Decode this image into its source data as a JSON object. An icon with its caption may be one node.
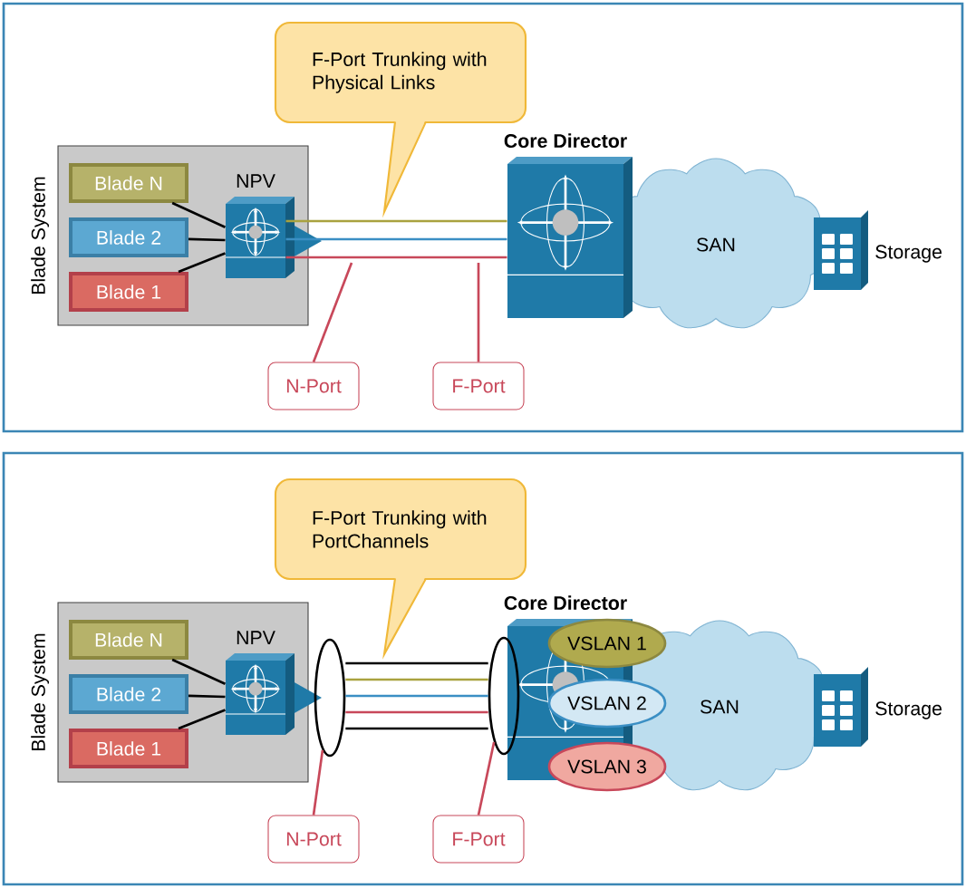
{
  "diagram": {
    "nodes": [
      {
        "text": [
          "Blade System"
        ]
      },
      {
        "text": [
          "Blade N"
        ],
        "in": 0
      },
      {
        "text": [
          "Blade 2"
        ],
        "in": 0
      },
      {
        "text": [
          "Blade 1"
        ],
        "in": 0
      },
      {
        "text": [
          "NPV"
        ],
        "in": 0
      },
      {
        "text": [
          "F-Port Trunking with Physical Links"
        ]
      },
      {
        "text": [
          "Core Director"
        ]
      },
      {
        "text": [
          "SAN"
        ]
      },
      {
        "text": [
          "Storage"
        ]
      },
      {
        "text": [
          "N-Port"
        ]
      },
      {
        "text": [
          "F-Port"
        ]
      },
      {
        "text": [
          "Blade System"
        ]
      },
      {
        "text": [
          "Blade N"
        ],
        "in": 11
      },
      {
        "text": [
          "Blade 2"
        ],
        "in": 11
      },
      {
        "text": [
          "Blade 1"
        ],
        "in": 11
      },
      {
        "text": [
          "NPV"
        ],
        "in": 11
      },
      {
        "text": [
          "F-Port Trunking with PortChannels"
        ]
      },
      {
        "text": [],
        "shape": "ellipse"
      },
      {
        "text": [],
        "shape": "ellipse"
      },
      {
        "text": [
          "Core Director"
        ]
      },
      {
        "text": [
          "VSLAN 1"
        ]
      },
      {
        "text": [
          "VSLAN 2"
        ]
      },
      {
        "text": [
          "VSLAN 3"
        ]
      },
      {
        "text": [
          "SAN"
        ]
      },
      {
        "text": [
          "Storage"
        ]
      },
      {
        "text": [
          "N-Port"
        ]
      },
      {
        "text": [
          "F-Port"
        ]
      }
    ],
    "edges": [
      {
        "from": 1,
        "to": 4,
        "arrow": "none"
      },
      {
        "from": 2,
        "to": 4,
        "arrow": "none"
      },
      {
        "from": 3,
        "to": 4,
        "arrow": "none"
      },
      {
        "from": 4,
        "to": 6,
        "arrow": "none",
        "color": "#a9a23f"
      },
      {
        "from": 4,
        "to": 6,
        "arrow": "none",
        "color": "#3b8fc4"
      },
      {
        "from": 4,
        "to": 6,
        "arrow": "none",
        "color": "#c8485a"
      },
      {
        "from": 9,
        "to": null,
        "arrow": "none",
        "color": "#c8485a"
      },
      {
        "from": 10,
        "to": null,
        "arrow": "none",
        "color": "#c8485a"
      },
      {
        "from": 12,
        "to": 15,
        "arrow": "none"
      },
      {
        "from": 13,
        "to": 15,
        "arrow": "none"
      },
      {
        "from": 14,
        "to": 15,
        "arrow": "none"
      },
      {
        "from": 17,
        "to": 18,
        "arrow": "none"
      },
      {
        "from": 17,
        "to": 18,
        "arrow": "none",
        "color": "#a9a23f"
      },
      {
        "from": 17,
        "to": 18,
        "arrow": "none",
        "color": "#3b8fc4"
      },
      {
        "from": 17,
        "to": 18,
        "arrow": "none",
        "color": "#c8485a"
      },
      {
        "from": 17,
        "to": 18,
        "arrow": "none"
      },
      {
        "from": 25,
        "to": 17,
        "arrow": "none",
        "color": "#c8485a"
      },
      {
        "from": 26,
        "to": 18,
        "arrow": "none",
        "color": "#c8485a"
      }
    ]
  }
}
